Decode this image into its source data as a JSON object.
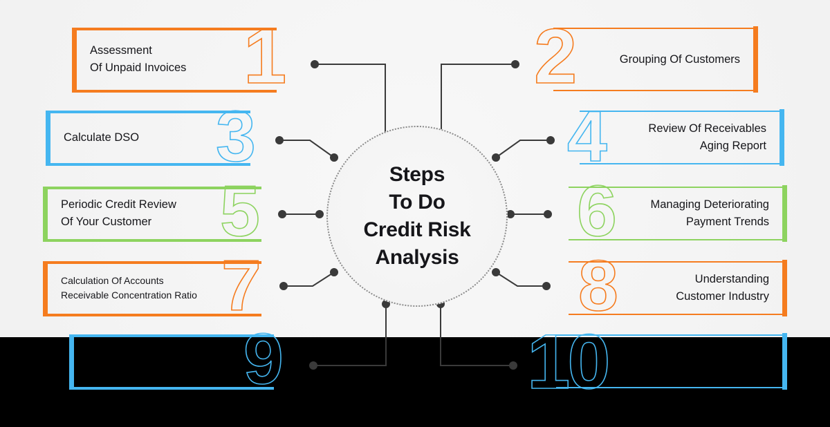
{
  "title": "Steps To Do Credit Risk Analysis",
  "center": {
    "heading": "Steps\nTo Do\nCredit Risk\nAnalysis"
  },
  "colors": {
    "orange": "#F57C1F",
    "blue": "#45B6F0",
    "green": "#8DD35F",
    "text": "#16161A",
    "background": "#F4F4F4",
    "connector": "#3A3A3A",
    "band": "#000000"
  },
  "steps": [
    {
      "number": "1",
      "label": "Assessment\nOf Unpaid Invoices",
      "color": "#F57C1F",
      "side": "left"
    },
    {
      "number": "2",
      "label": "Grouping Of Customers",
      "color": "#F57C1F",
      "side": "right"
    },
    {
      "number": "3",
      "label": "Calculate DSO",
      "color": "#45B6F0",
      "side": "left"
    },
    {
      "number": "4",
      "label": "Review Of Receivables\nAging Report",
      "color": "#45B6F0",
      "side": "right"
    },
    {
      "number": "5",
      "label": "Periodic Credit Review\nOf Your Customer",
      "color": "#8DD35F",
      "side": "left"
    },
    {
      "number": "6",
      "label": "Managing Deteriorating\nPayment Trends",
      "color": "#8DD35F",
      "side": "right"
    },
    {
      "number": "7",
      "label": "Calculation Of Accounts\nReceivable Concentration Ratio",
      "color": "#F57C1F",
      "side": "left"
    },
    {
      "number": "8",
      "label": "Understanding\nCustomer Industry",
      "color": "#F57C1F",
      "side": "right"
    },
    {
      "number": "9",
      "label": "",
      "color": "#45B6F0",
      "side": "left"
    },
    {
      "number": "10",
      "label": "",
      "color": "#45B6F0",
      "side": "right"
    }
  ]
}
